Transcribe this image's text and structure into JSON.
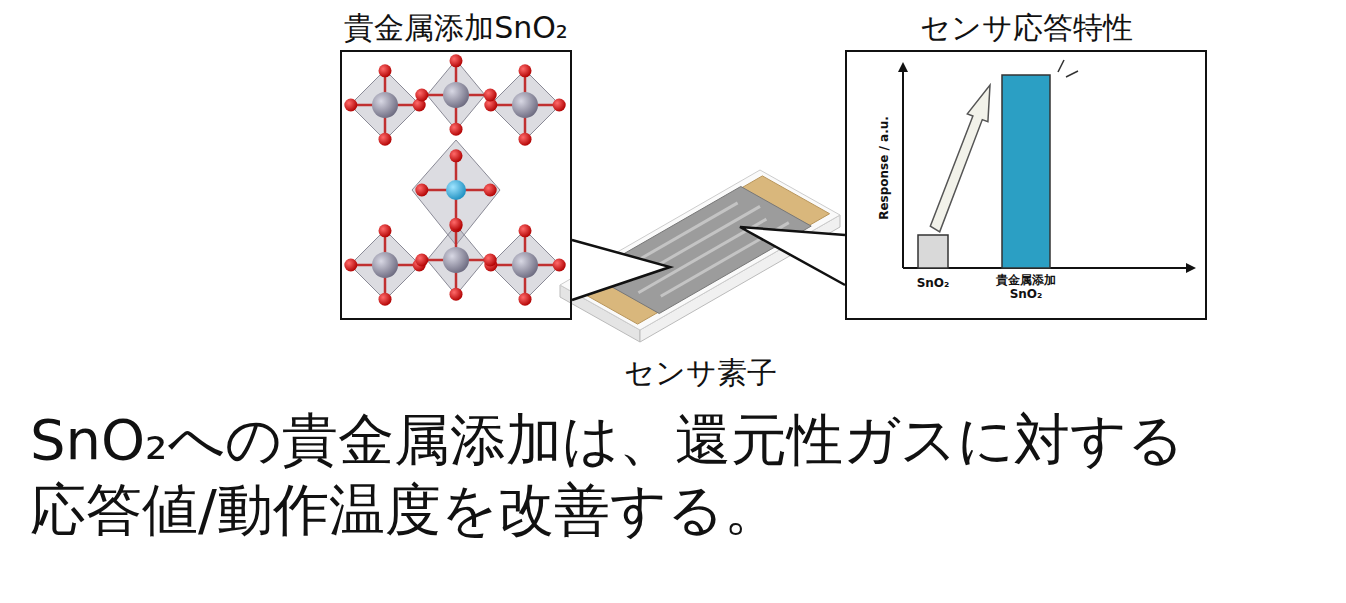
{
  "diagram": {
    "caption": "SnO₂への貴金属添加は、還元性ガスに対する 応答値/動作温度を改善する。",
    "nodes": [
      {
        "text": [
          "貴金属添加SnO₂"
        ]
      },
      {
        "text": [
          "センサ応答特性"
        ]
      }
    ],
    "labels": [
      "Response / a.u.",
      "SnO₂",
      "貴金属添加 SnO₂",
      "センサ素子"
    ]
  }
}
